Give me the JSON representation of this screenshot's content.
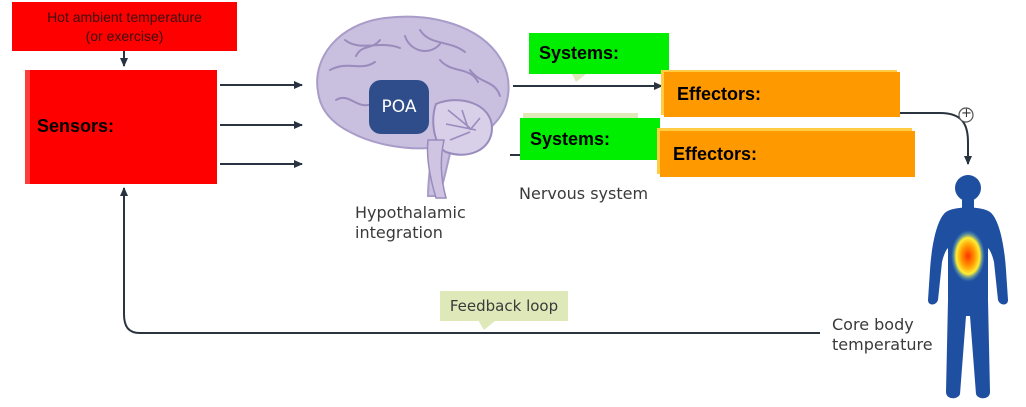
{
  "stimulus": {
    "line1": "Hot ambient temperature",
    "line2": "(or exercise)"
  },
  "sensors": {
    "label": "Sensors:"
  },
  "brain": {
    "center_label": "POA",
    "caption_line1": "Hypothalamic",
    "caption_line2": "integration"
  },
  "pathways": [
    {
      "systems_label": "Systems:",
      "effectors_label": "Effectors:"
    },
    {
      "systems_label": "Systems:",
      "effectors_label": "Effectors:"
    }
  ],
  "nervous_system_label": "Nervous system",
  "plus_sign": "+",
  "feedback": {
    "label": "Feedback loop"
  },
  "core_temp": {
    "line1": "Core body",
    "line2": "temperature"
  },
  "colors": {
    "sensor_red": "#ff0000",
    "systems_green": "#00ee00",
    "effectors_orange": "#ff9900",
    "poa_blue": "#2f4d8a",
    "brain_lilac": "#c7bcdc",
    "body_blue": "#1f4fa0",
    "feedback_tag": "#dfe8b8"
  }
}
